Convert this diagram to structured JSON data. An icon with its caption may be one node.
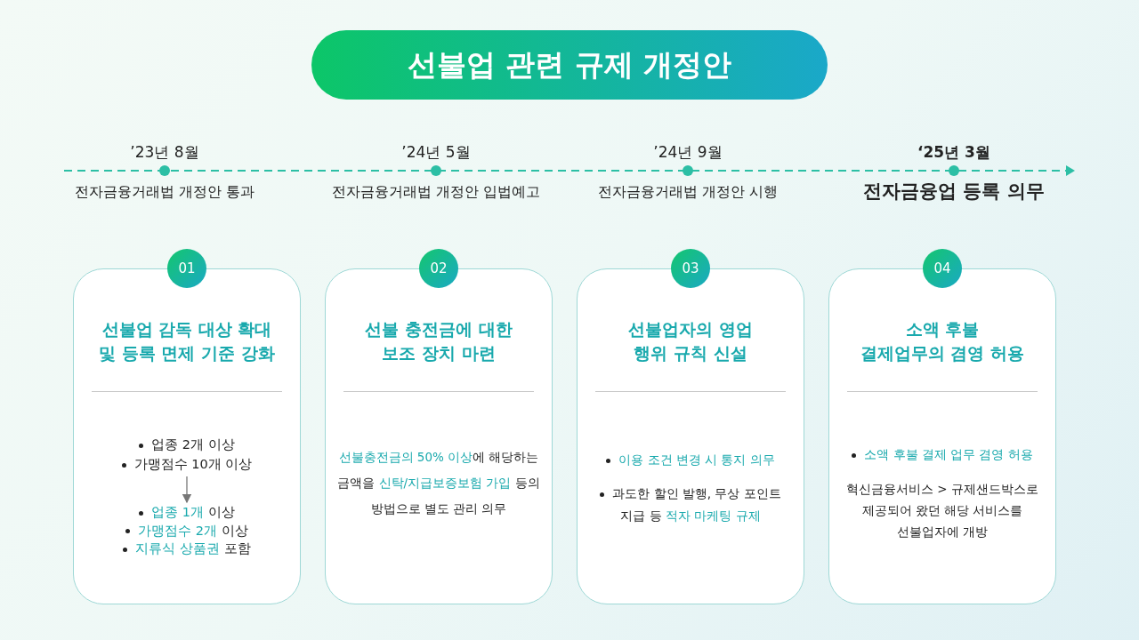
{
  "diagram": {
    "title": "선불업 관련 규제 개정안",
    "nodes": [
      {
        "text": [
          "’23년 8월",
          "전자금융거래법 개정안 통과"
        ]
      },
      {
        "text": [
          "’24년 5월",
          "전자금융거래법 개정안 입법예고"
        ]
      },
      {
        "text": [
          "’24년 9월",
          "전자금융거래법 개정안 시행"
        ]
      },
      {
        "text": [
          "‘25년 3월",
          "전자금융업 등록 의무"
        ]
      },
      {
        "text": [
          "01"
        ]
      },
      {
        "text": [
          "선불업 감독 대상 확대 및 등록 면제 기준 강화"
        ]
      },
      {
        "text": [
          "업종 2개 이상",
          "가맹점수 10개 이상"
        ],
        "in": 5
      },
      {
        "text": [
          "**업종 1개** 이상",
          "**가맹점수 2개** 이상",
          "**지류식 상품권** 포함"
        ],
        "in": 5
      },
      {
        "text": [
          "02"
        ]
      },
      {
        "text": [
          "선불 충전금에 대한 보조 장치 마련",
          "**선불충전금의 50% 이상**에 해당하는 금액을 **신탁/지급보증보험 가입** 등의 방법으로 별도 관리 의무"
        ]
      },
      {
        "text": [
          "03"
        ]
      },
      {
        "text": [
          "선불업자의 영업 행위 규칙 신설",
          "**이용 조건 변경 시 통지 의무**",
          "과도한 할인 발행, 무상 포인트 지급 등 **적자 마케팅 규제**"
        ]
      },
      {
        "text": [
          "04"
        ]
      },
      {
        "text": [
          "소액 후불 결제업무의 겸영 허용",
          "**소액 후불 결제 업무 겸영 허용**",
          "혁신금융서비스 > 규제샌드박스로 제공되어 왔던 해당 서비스를 선불업자에 개방"
        ]
      }
    ],
    "edges": [
      {
        "from": 6,
        "to": 7,
        "arrow": "to"
      }
    ]
  }
}
